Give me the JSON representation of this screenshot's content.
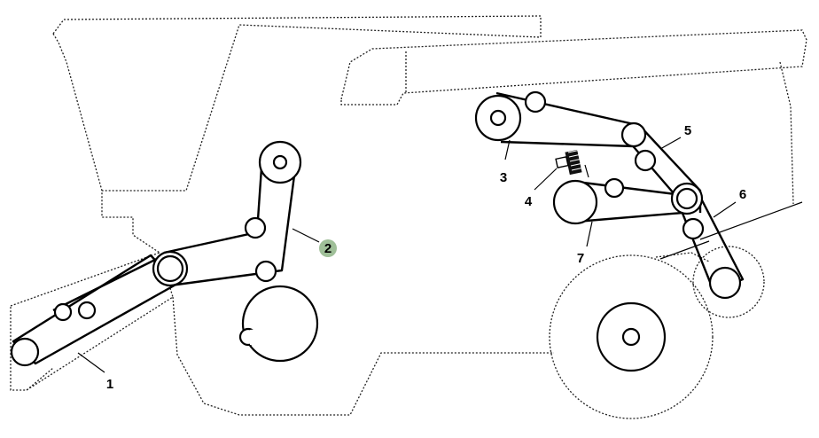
{
  "callouts": [
    {
      "id": "1",
      "text": "1"
    },
    {
      "id": "2",
      "text": "2",
      "highlighted": true
    },
    {
      "id": "3",
      "text": "3"
    },
    {
      "id": "4",
      "text": "4"
    },
    {
      "id": "5",
      "text": "5"
    },
    {
      "id": "6",
      "text": "6"
    },
    {
      "id": "7",
      "text": "7"
    }
  ],
  "colors": {
    "line": "#000000",
    "highlight": "#9fbf98",
    "background": "#ffffff"
  }
}
